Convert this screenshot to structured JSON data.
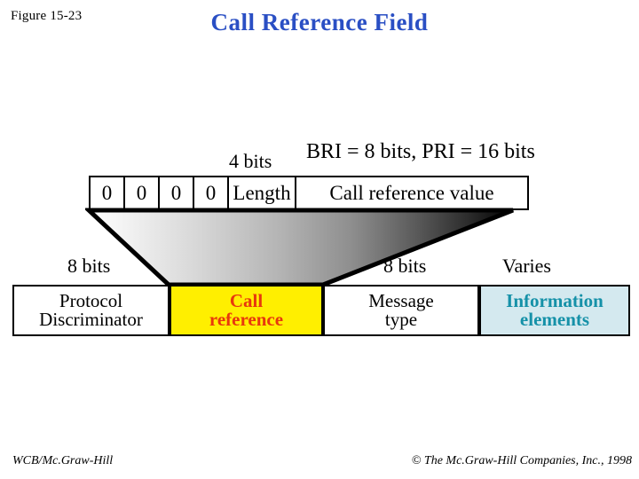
{
  "header": {
    "figure_label": "Figure 15-23",
    "title": "Call Reference Field",
    "title_color": "#2a4fc4"
  },
  "captions": {
    "four_bits": "4 bits",
    "bri_pri": "BRI = 8 bits, PRI = 16 bits",
    "eight_bits_left": "8 bits",
    "eight_bits_right": "8 bits",
    "varies": "Varies"
  },
  "bitfield_row": {
    "cells": [
      {
        "label": "0",
        "kind": "zero"
      },
      {
        "label": "0",
        "kind": "zero"
      },
      {
        "label": "0",
        "kind": "zero"
      },
      {
        "label": "0",
        "kind": "zero"
      },
      {
        "label": "Length",
        "kind": "length"
      },
      {
        "label": "Call reference value",
        "kind": "crv"
      }
    ]
  },
  "frame_row": {
    "cells": [
      {
        "line1": "Protocol",
        "line2": "Discriminator",
        "fill": "#ffffff",
        "text_color": "#000000"
      },
      {
        "line1": "Call",
        "line2": "reference",
        "fill": "#ffef00",
        "text_color": "#e8380d"
      },
      {
        "line1": "Message",
        "line2": "type",
        "fill": "#ffffff",
        "text_color": "#000000"
      },
      {
        "line1": "Information",
        "line2": "elements",
        "fill": "#d4e9ef",
        "text_color": "#1591a8"
      }
    ]
  },
  "funnel": {
    "gradient_from": "#ffffff",
    "gradient_to": "#000000",
    "outline_color": "#000000"
  },
  "footer": {
    "left": "WCB/Mc.Graw-Hill",
    "right": "© The Mc.Graw-Hill Companies, Inc., 1998"
  }
}
